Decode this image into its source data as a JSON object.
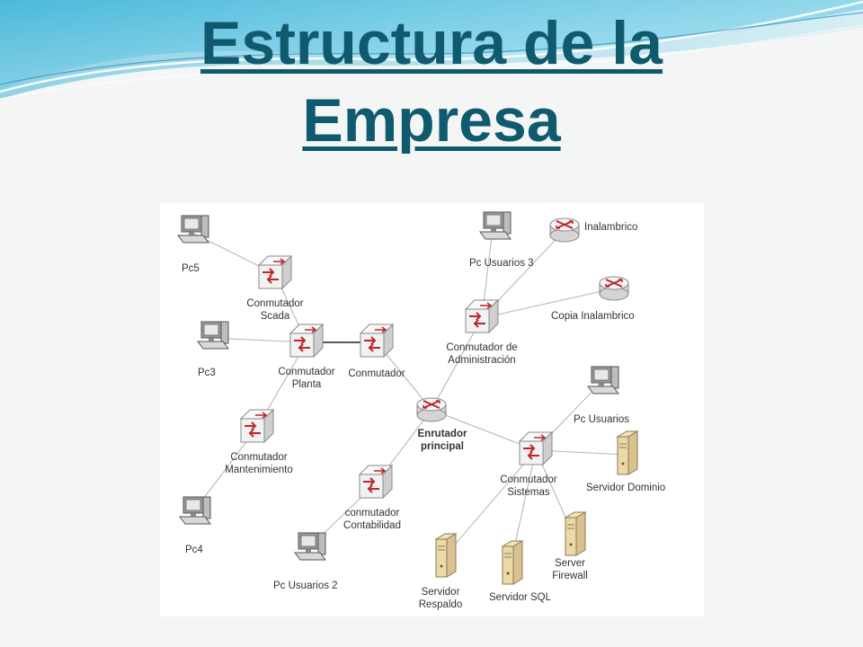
{
  "slide": {
    "title_line1": "Estructura de la",
    "title_line2": "Empresa"
  },
  "colors": {
    "title": "#0f5a6e",
    "device_body": "#f2f2f2",
    "device_arrow": "#c0252a",
    "link_line": "#b8b8b8"
  },
  "diagram": {
    "nodes": [
      {
        "id": "pc5",
        "type": "pc",
        "label": "Pc5"
      },
      {
        "id": "conmutador-scada",
        "type": "switch",
        "label": "Conmutador Scada"
      },
      {
        "id": "pc3",
        "type": "pc",
        "label": "Pc3"
      },
      {
        "id": "conmutador-planta",
        "type": "switch",
        "label": "Conmutador Planta"
      },
      {
        "id": "conmutador",
        "type": "switch",
        "label": "Conmutador"
      },
      {
        "id": "conmutador-mantenimiento",
        "type": "switch",
        "label": "Conmutador Mantenimiento"
      },
      {
        "id": "pc4",
        "type": "pc",
        "label": "Pc4"
      },
      {
        "id": "enrutador-principal",
        "type": "router",
        "label": "Enrutador principal"
      },
      {
        "id": "conmutador-contabilidad",
        "type": "switch",
        "label": "conmutador Contabilidad"
      },
      {
        "id": "pc-usuarios-2",
        "type": "pc",
        "label": "Pc Usuarios 2"
      },
      {
        "id": "pc-usuarios-3",
        "type": "pc",
        "label": "Pc Usuarios 3"
      },
      {
        "id": "inalambrico",
        "type": "router",
        "label": "Inalambrico"
      },
      {
        "id": "copia-inalambrico",
        "type": "router",
        "label": "Copia Inalambrico"
      },
      {
        "id": "conmutador-administracion",
        "type": "switch",
        "label": "Conmutador de Administración"
      },
      {
        "id": "pc-usuarios",
        "type": "pc",
        "label": "Pc Usuarios"
      },
      {
        "id": "servidor-dominio",
        "type": "server",
        "label": "Servidor Dominio"
      },
      {
        "id": "conmutador-sistemas",
        "type": "switch",
        "label": "Conmutador Sistemas"
      },
      {
        "id": "server-firewall",
        "type": "server",
        "label": "Server Firewall"
      },
      {
        "id": "servidor-sql",
        "type": "server",
        "label": "Servidor SQL"
      },
      {
        "id": "servidor-respaldo",
        "type": "server",
        "label": "Servidor Respaldo"
      }
    ],
    "links": [
      [
        "pc5",
        "conmutador-scada"
      ],
      [
        "conmutador-scada",
        "conmutador-planta"
      ],
      [
        "pc3",
        "conmutador-planta"
      ],
      [
        "conmutador-planta",
        "conmutador"
      ],
      [
        "conmutador-planta",
        "conmutador-mantenimiento"
      ],
      [
        "conmutador-mantenimiento",
        "pc4"
      ],
      [
        "conmutador",
        "enrutador-principal"
      ],
      [
        "enrutador-principal",
        "conmutador-contabilidad"
      ],
      [
        "conmutador-contabilidad",
        "pc-usuarios-2"
      ],
      [
        "enrutador-principal",
        "conmutador-administracion"
      ],
      [
        "conmutador-administracion",
        "pc-usuarios-3"
      ],
      [
        "conmutador-administracion",
        "inalambrico"
      ],
      [
        "conmutador-administracion",
        "copia-inalambrico"
      ],
      [
        "enrutador-principal",
        "conmutador-sistemas"
      ],
      [
        "conmutador-sistemas",
        "pc-usuarios"
      ],
      [
        "conmutador-sistemas",
        "servidor-dominio"
      ],
      [
        "conmutador-sistemas",
        "server-firewall"
      ],
      [
        "conmutador-sistemas",
        "servidor-sql"
      ],
      [
        "conmutador-sistemas",
        "servidor-respaldo"
      ]
    ]
  }
}
